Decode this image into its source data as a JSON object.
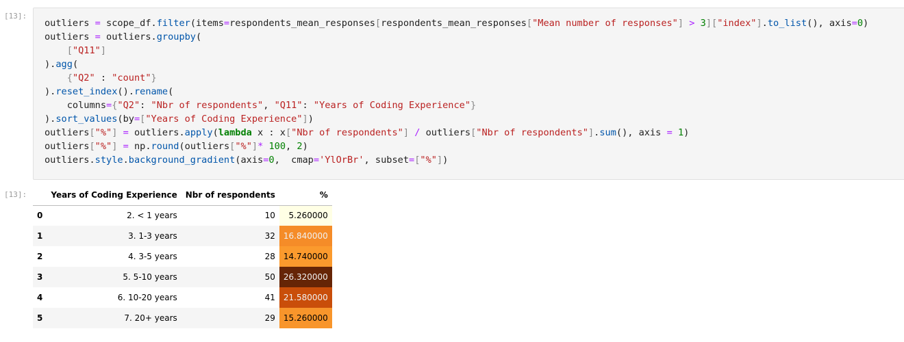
{
  "input_prompt": "[13]:",
  "output_prompt": "[13]:",
  "code_lines": [
    [
      [
        "outliers ",
        "t"
      ],
      [
        "=",
        "op"
      ],
      [
        " scope_df.",
        "t"
      ],
      [
        "filter",
        "m"
      ],
      [
        "(items",
        "t"
      ],
      [
        "=",
        "op"
      ],
      [
        "respondents_mean_responses",
        "t"
      ],
      [
        "[",
        "br"
      ],
      [
        "respondents_mean_responses",
        "t"
      ],
      [
        "[",
        "br"
      ],
      [
        "\"Mean number of responses\"",
        "s"
      ],
      [
        "] ",
        "br"
      ],
      [
        ">",
        "op"
      ],
      [
        " ",
        "t"
      ],
      [
        "3",
        "num"
      ],
      [
        "]",
        "br"
      ],
      [
        "[",
        "br"
      ],
      [
        "\"index\"",
        "s"
      ],
      [
        "]",
        "br"
      ],
      [
        ".",
        "t"
      ],
      [
        "to_list",
        "m"
      ],
      [
        "(), axis",
        "t"
      ],
      [
        "=",
        "op"
      ],
      [
        "0",
        "num"
      ],
      [
        ")",
        "t"
      ]
    ],
    [
      [
        "outliers ",
        "t"
      ],
      [
        "=",
        "op"
      ],
      [
        " outliers.",
        "t"
      ],
      [
        "groupby",
        "m"
      ],
      [
        "(",
        "t"
      ]
    ],
    [
      [
        "    ",
        "t"
      ],
      [
        "[",
        "br"
      ],
      [
        "\"Q11\"",
        "s"
      ],
      [
        "]",
        "br"
      ]
    ],
    [
      [
        ").",
        "t"
      ],
      [
        "agg",
        "m"
      ],
      [
        "(",
        "t"
      ]
    ],
    [
      [
        "    ",
        "t"
      ],
      [
        "{",
        "br"
      ],
      [
        "\"Q2\"",
        "s"
      ],
      [
        " : ",
        "t"
      ],
      [
        "\"count\"",
        "s"
      ],
      [
        "}",
        "br"
      ]
    ],
    [
      [
        ").",
        "t"
      ],
      [
        "reset_index",
        "m"
      ],
      [
        "().",
        "t"
      ],
      [
        "rename",
        "m"
      ],
      [
        "(",
        "t"
      ]
    ],
    [
      [
        "    columns",
        "t"
      ],
      [
        "=",
        "op"
      ],
      [
        "{",
        "br"
      ],
      [
        "\"Q2\"",
        "s"
      ],
      [
        ": ",
        "t"
      ],
      [
        "\"Nbr of respondents\"",
        "s"
      ],
      [
        ", ",
        "t"
      ],
      [
        "\"Q11\"",
        "s"
      ],
      [
        ": ",
        "t"
      ],
      [
        "\"Years of Coding Experience\"",
        "s"
      ],
      [
        "}",
        "br"
      ]
    ],
    [
      [
        ").",
        "t"
      ],
      [
        "sort_values",
        "m"
      ],
      [
        "(by",
        "t"
      ],
      [
        "=",
        "op"
      ],
      [
        "[",
        "br"
      ],
      [
        "\"Years of Coding Experience\"",
        "s"
      ],
      [
        "]",
        "br"
      ],
      [
        ")",
        "t"
      ]
    ],
    [
      [
        "outliers",
        "t"
      ],
      [
        "[",
        "br"
      ],
      [
        "\"%\"",
        "s"
      ],
      [
        "]",
        "br"
      ],
      [
        " ",
        "t"
      ],
      [
        "=",
        "op"
      ],
      [
        " outliers.",
        "t"
      ],
      [
        "apply",
        "m"
      ],
      [
        "(",
        "t"
      ],
      [
        "lambda",
        "k"
      ],
      [
        " x : x",
        "t"
      ],
      [
        "[",
        "br"
      ],
      [
        "\"Nbr of respondents\"",
        "s"
      ],
      [
        "]",
        "br"
      ],
      [
        " ",
        "t"
      ],
      [
        "/",
        "op"
      ],
      [
        " outliers",
        "t"
      ],
      [
        "[",
        "br"
      ],
      [
        "\"Nbr of respondents\"",
        "s"
      ],
      [
        "]",
        "br"
      ],
      [
        ".",
        "t"
      ],
      [
        "sum",
        "m"
      ],
      [
        "(), axis ",
        "t"
      ],
      [
        "=",
        "op"
      ],
      [
        " ",
        "t"
      ],
      [
        "1",
        "num"
      ],
      [
        ")",
        "t"
      ]
    ],
    [
      [
        "outliers",
        "t"
      ],
      [
        "[",
        "br"
      ],
      [
        "\"%\"",
        "s"
      ],
      [
        "]",
        "br"
      ],
      [
        " ",
        "t"
      ],
      [
        "=",
        "op"
      ],
      [
        " np.",
        "t"
      ],
      [
        "round",
        "m"
      ],
      [
        "(outliers",
        "t"
      ],
      [
        "[",
        "br"
      ],
      [
        "\"%\"",
        "s"
      ],
      [
        "]",
        "br"
      ],
      [
        "*",
        "op"
      ],
      [
        " ",
        "t"
      ],
      [
        "100",
        "num"
      ],
      [
        ", ",
        "t"
      ],
      [
        "2",
        "num"
      ],
      [
        ")",
        "t"
      ]
    ],
    [
      [
        "outliers.",
        "t"
      ],
      [
        "style",
        "m"
      ],
      [
        ".",
        "t"
      ],
      [
        "background_gradient",
        "m"
      ],
      [
        "(axis",
        "t"
      ],
      [
        "=",
        "op"
      ],
      [
        "0",
        "num"
      ],
      [
        ",  cmap",
        "t"
      ],
      [
        "=",
        "op"
      ],
      [
        "'YlOrBr'",
        "s"
      ],
      [
        ", subset",
        "t"
      ],
      [
        "=",
        "op"
      ],
      [
        "[",
        "br"
      ],
      [
        "\"%\"",
        "s"
      ],
      [
        "]",
        "br"
      ],
      [
        ")",
        "t"
      ]
    ]
  ],
  "table": {
    "headers": {
      "index": "",
      "experience": "Years of Coding Experience",
      "respondents": "Nbr of respondents",
      "percent": "%"
    },
    "rows": [
      {
        "index": "0",
        "experience": "2. < 1 years",
        "respondents": "10",
        "percent": "5.260000",
        "bg": "#ffffe5",
        "fg": "#000000"
      },
      {
        "index": "1",
        "experience": "3. 1-3 years",
        "respondents": "32",
        "percent": "16.840000",
        "bg": "#f58c28",
        "fg": "#f1f1f1"
      },
      {
        "index": "2",
        "experience": "4. 3-5 years",
        "respondents": "28",
        "percent": "14.740000",
        "bg": "#fb9a2d",
        "fg": "#000000"
      },
      {
        "index": "3",
        "experience": "5. 5-10 years",
        "respondents": "50",
        "percent": "26.320000",
        "bg": "#662506",
        "fg": "#f1f1f1"
      },
      {
        "index": "4",
        "experience": "6. 10-20 years",
        "respondents": "41",
        "percent": "21.580000",
        "bg": "#c94e0a",
        "fg": "#f1f1f1"
      },
      {
        "index": "5",
        "experience": "7. 20+ years",
        "respondents": "29",
        "percent": "15.260000",
        "bg": "#f8952b",
        "fg": "#000000"
      }
    ]
  }
}
